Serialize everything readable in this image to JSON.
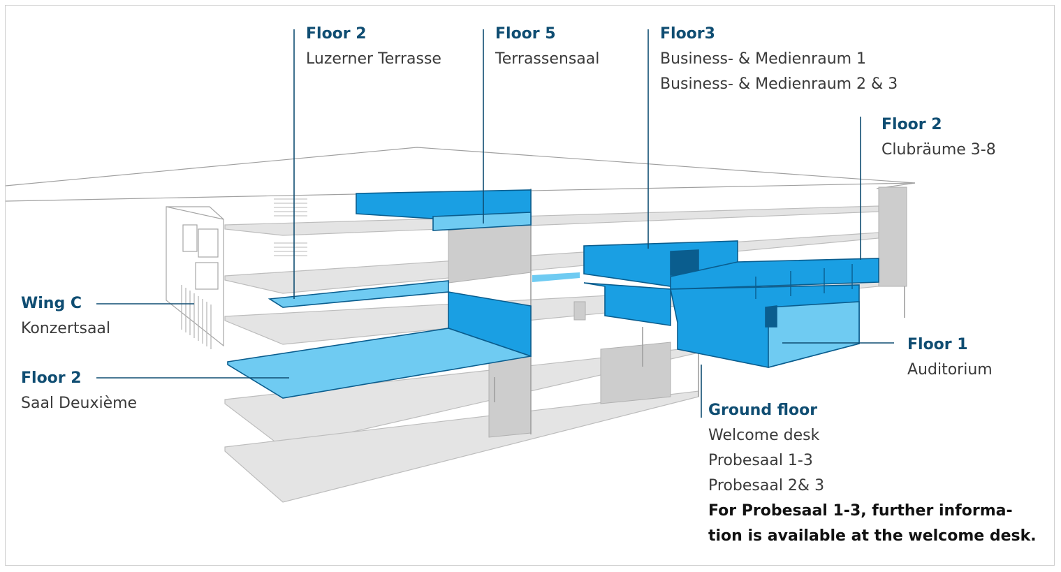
{
  "labels": {
    "floor2_terrasse": {
      "title": "Floor 2",
      "lines": [
        "Luzerner Terrasse"
      ]
    },
    "floor5": {
      "title": "Floor 5",
      "lines": [
        "Terrassensaal"
      ]
    },
    "floor3": {
      "title": "Floor3",
      "lines": [
        "Business- & Medienraum 1",
        "Business- & Medienraum 2 & 3"
      ]
    },
    "floor2_club": {
      "title": "Floor 2",
      "lines": [
        "Clubräume 3-8"
      ]
    },
    "wingc": {
      "title": "Wing C",
      "lines": [
        "Konzertsaal"
      ]
    },
    "floor2_saal": {
      "title": "Floor 2",
      "lines": [
        "Saal Deuxième"
      ]
    },
    "floor1": {
      "title": "Floor 1",
      "lines": [
        "Auditorium"
      ]
    },
    "ground": {
      "title": "Ground floor",
      "lines": [
        "Welcome desk",
        "Probesaal 1-3",
        "Probesaal  2& 3"
      ],
      "note": [
        "For Probesaal 1-3, further informa-",
        "tion is available at the welcome desk."
      ]
    }
  },
  "colors": {
    "accent_blue": "#1a9fe3",
    "light_blue": "#6fcbf2",
    "dark_blue": "#0a5d8e",
    "title_blue": "#0f4d72",
    "slab_grey": "#e3e3e3",
    "wall_grey": "#cdcdcd",
    "line_grey": "#9a9a9a"
  }
}
